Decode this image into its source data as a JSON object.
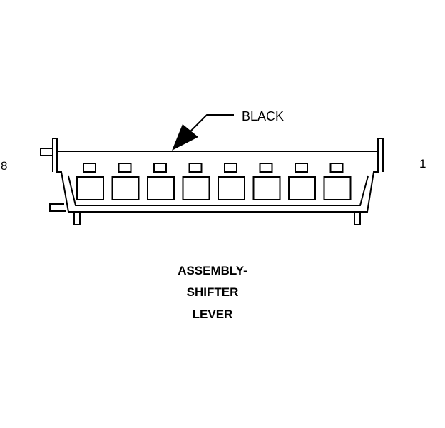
{
  "connector": {
    "pin_label_left": "8",
    "pin_label_right": "1",
    "color_label": "BLACK",
    "cavity_count": 8
  },
  "title": {
    "line1": "ASSEMBLY-",
    "line2": "SHIFTER",
    "line3": "LEVER"
  },
  "colors": {
    "line": "#000000",
    "background": "#ffffff"
  }
}
